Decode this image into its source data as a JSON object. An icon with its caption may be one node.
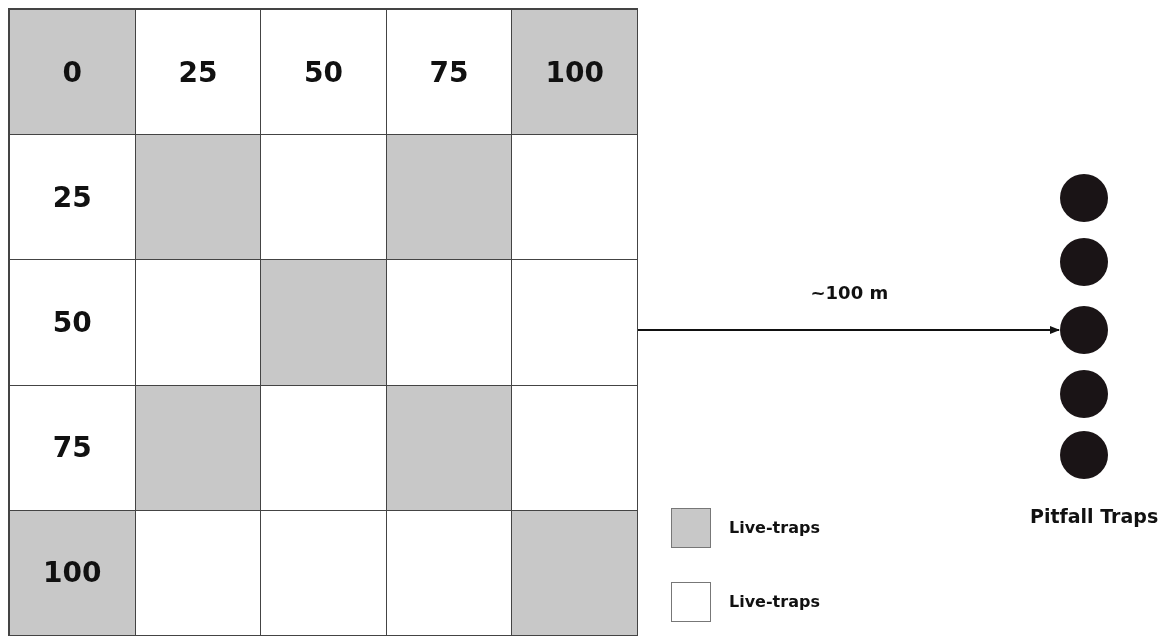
{
  "diagram": {
    "nodes": [
      {
        "text": [],
        "shape": "box"
      },
      {
        "text": [],
        "shape": "circle"
      },
      {
        "text": [],
        "shape": "circle"
      },
      {
        "text": [],
        "shape": "circle"
      },
      {
        "text": [],
        "shape": "circle"
      },
      {
        "text": [],
        "shape": "circle"
      }
    ],
    "edges": [
      {
        "from": 0,
        "to": 3,
        "arrow": "to",
        "label": "~100 m"
      }
    ],
    "labels": [
      "0",
      "25",
      "50",
      "75",
      "100",
      "25",
      "50",
      "75",
      "100",
      "Pitfall Traps"
    ],
    "legend": [
      {
        "text": "Live-traps",
        "color": "#c8c8c8"
      },
      {
        "text": "Live-traps",
        "color": "#ffffff"
      }
    ]
  }
}
